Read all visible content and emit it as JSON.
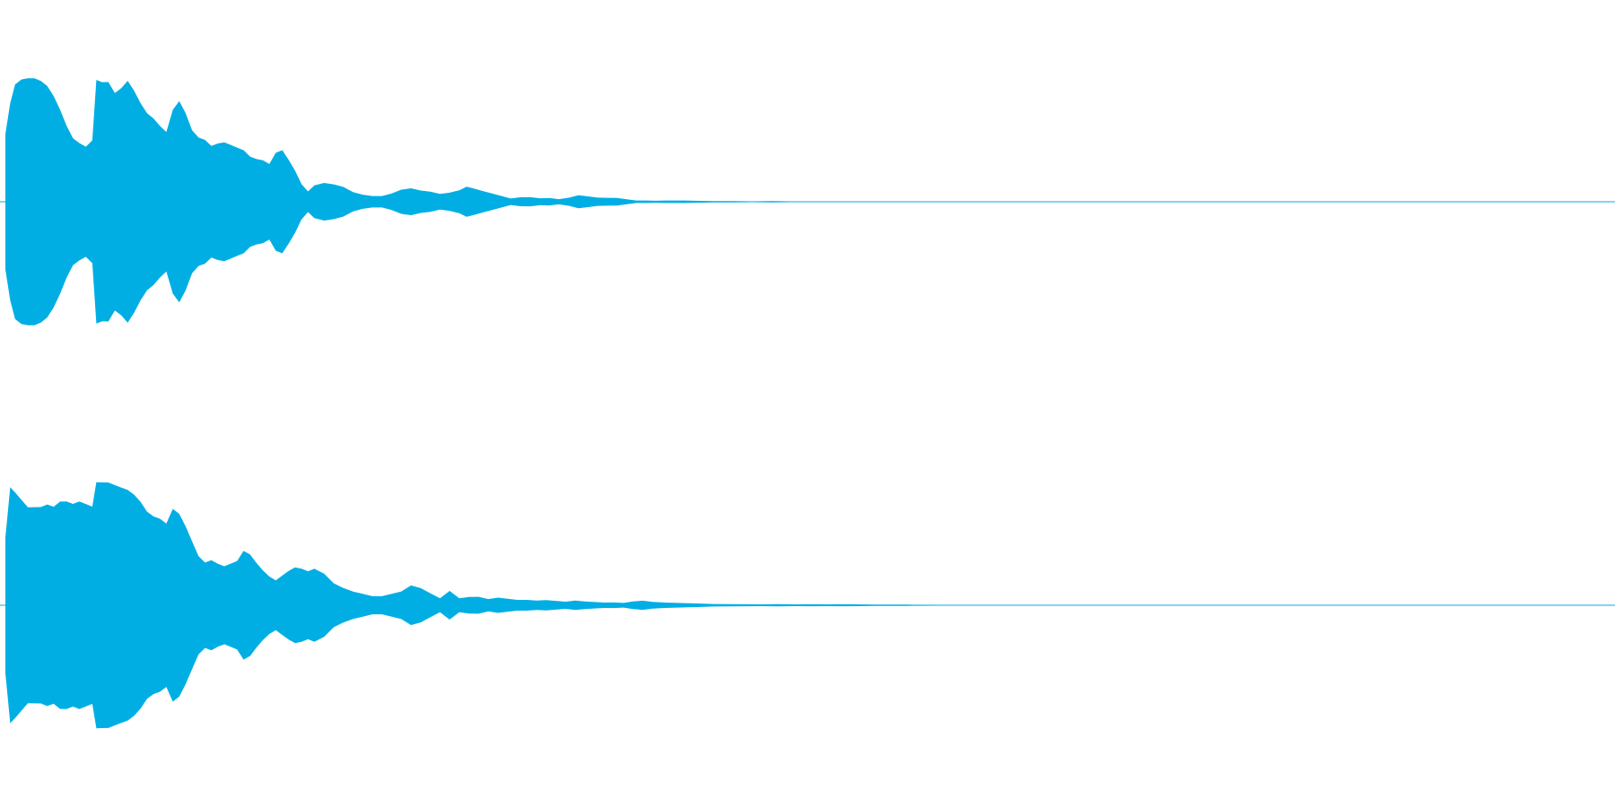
{
  "waveform": {
    "color": "#00aee4",
    "background": "#ffffff",
    "duration_fraction_visible": 1.0,
    "channels": [
      {
        "name": "",
        "envelope": [
          [
            0.0,
            0.55
          ],
          [
            0.003,
            0.8
          ],
          [
            0.006,
            0.95
          ],
          [
            0.01,
            0.99
          ],
          [
            0.014,
            1.0
          ],
          [
            0.018,
            1.0
          ],
          [
            0.022,
            0.98
          ],
          [
            0.026,
            0.94
          ],
          [
            0.03,
            0.86
          ],
          [
            0.034,
            0.75
          ],
          [
            0.038,
            0.62
          ],
          [
            0.042,
            0.52
          ],
          [
            0.046,
            0.48
          ],
          [
            0.05,
            0.45
          ],
          [
            0.054,
            0.5
          ],
          [
            0.0565,
            0.99
          ],
          [
            0.06,
            0.97
          ],
          [
            0.064,
            0.97
          ],
          [
            0.068,
            0.88
          ],
          [
            0.072,
            0.92
          ],
          [
            0.076,
            0.98
          ],
          [
            0.08,
            0.9
          ],
          [
            0.084,
            0.8
          ],
          [
            0.088,
            0.72
          ],
          [
            0.092,
            0.68
          ],
          [
            0.096,
            0.62
          ],
          [
            0.1,
            0.57
          ],
          [
            0.104,
            0.75
          ],
          [
            0.108,
            0.82
          ],
          [
            0.112,
            0.72
          ],
          [
            0.116,
            0.58
          ],
          [
            0.12,
            0.52
          ],
          [
            0.124,
            0.5
          ],
          [
            0.128,
            0.45
          ],
          [
            0.132,
            0.47
          ],
          [
            0.136,
            0.48
          ],
          [
            0.14,
            0.46
          ],
          [
            0.144,
            0.44
          ],
          [
            0.148,
            0.42
          ],
          [
            0.152,
            0.37
          ],
          [
            0.156,
            0.35
          ],
          [
            0.16,
            0.34
          ],
          [
            0.164,
            0.31
          ],
          [
            0.168,
            0.4
          ],
          [
            0.172,
            0.42
          ],
          [
            0.176,
            0.34
          ],
          [
            0.18,
            0.25
          ],
          [
            0.184,
            0.14
          ],
          [
            0.188,
            0.08
          ],
          [
            0.192,
            0.13
          ],
          [
            0.198,
            0.15
          ],
          [
            0.204,
            0.14
          ],
          [
            0.21,
            0.12
          ],
          [
            0.216,
            0.08
          ],
          [
            0.222,
            0.06
          ],
          [
            0.228,
            0.05
          ],
          [
            0.234,
            0.05
          ],
          [
            0.24,
            0.07
          ],
          [
            0.246,
            0.1
          ],
          [
            0.252,
            0.11
          ],
          [
            0.258,
            0.09
          ],
          [
            0.264,
            0.08
          ],
          [
            0.27,
            0.06
          ],
          [
            0.276,
            0.07
          ],
          [
            0.282,
            0.09
          ],
          [
            0.2865,
            0.12
          ],
          [
            0.29,
            0.11
          ],
          [
            0.296,
            0.09
          ],
          [
            0.302,
            0.07
          ],
          [
            0.308,
            0.05
          ],
          [
            0.314,
            0.03
          ],
          [
            0.32,
            0.04
          ],
          [
            0.326,
            0.04
          ],
          [
            0.332,
            0.03
          ],
          [
            0.338,
            0.03
          ],
          [
            0.344,
            0.02
          ],
          [
            0.35,
            0.03
          ],
          [
            0.356,
            0.05
          ],
          [
            0.362,
            0.04
          ],
          [
            0.368,
            0.03
          ],
          [
            0.374,
            0.03
          ],
          [
            0.38,
            0.03
          ],
          [
            0.386,
            0.02
          ],
          [
            0.392,
            0.012
          ],
          [
            0.398,
            0.01
          ],
          [
            0.404,
            0.008
          ],
          [
            0.41,
            0.01
          ],
          [
            0.416,
            0.013
          ],
          [
            0.422,
            0.012
          ],
          [
            0.428,
            0.008
          ],
          [
            0.44,
            0.006
          ],
          [
            0.452,
            0.005
          ],
          [
            0.464,
            0.004
          ],
          [
            0.476,
            0.005
          ],
          [
            0.488,
            0.004
          ],
          [
            0.5,
            0.003
          ],
          [
            0.512,
            0.004
          ],
          [
            0.524,
            0.003
          ],
          [
            0.54,
            0.003
          ],
          [
            0.56,
            0.002
          ],
          [
            0.58,
            0.002
          ],
          [
            0.6,
            0.002
          ],
          [
            0.62,
            0.002
          ],
          [
            0.64,
            0.0015
          ],
          [
            0.652,
            0.001
          ],
          [
            0.66,
            0.0
          ],
          [
            1.0,
            0.0
          ]
        ]
      },
      {
        "name": "",
        "envelope": [
          [
            0.0,
            0.55
          ],
          [
            0.003,
            0.96
          ],
          [
            0.006,
            0.92
          ],
          [
            0.01,
            0.86
          ],
          [
            0.014,
            0.8
          ],
          [
            0.018,
            0.8
          ],
          [
            0.022,
            0.8
          ],
          [
            0.026,
            0.82
          ],
          [
            0.03,
            0.8
          ],
          [
            0.034,
            0.84
          ],
          [
            0.038,
            0.84
          ],
          [
            0.042,
            0.82
          ],
          [
            0.046,
            0.84
          ],
          [
            0.05,
            0.82
          ],
          [
            0.054,
            0.8
          ],
          [
            0.0565,
            1.0
          ],
          [
            0.06,
            1.0
          ],
          [
            0.064,
            1.0
          ],
          [
            0.068,
            0.98
          ],
          [
            0.072,
            0.96
          ],
          [
            0.076,
            0.94
          ],
          [
            0.08,
            0.9
          ],
          [
            0.084,
            0.84
          ],
          [
            0.088,
            0.76
          ],
          [
            0.092,
            0.72
          ],
          [
            0.096,
            0.7
          ],
          [
            0.1,
            0.66
          ],
          [
            0.104,
            0.78
          ],
          [
            0.108,
            0.74
          ],
          [
            0.112,
            0.64
          ],
          [
            0.116,
            0.52
          ],
          [
            0.12,
            0.4
          ],
          [
            0.124,
            0.35
          ],
          [
            0.128,
            0.37
          ],
          [
            0.132,
            0.34
          ],
          [
            0.136,
            0.32
          ],
          [
            0.14,
            0.34
          ],
          [
            0.144,
            0.36
          ],
          [
            0.148,
            0.44
          ],
          [
            0.152,
            0.41
          ],
          [
            0.156,
            0.34
          ],
          [
            0.16,
            0.28
          ],
          [
            0.164,
            0.23
          ],
          [
            0.168,
            0.2
          ],
          [
            0.172,
            0.24
          ],
          [
            0.176,
            0.28
          ],
          [
            0.18,
            0.31
          ],
          [
            0.184,
            0.3
          ],
          [
            0.188,
            0.28
          ],
          [
            0.192,
            0.3
          ],
          [
            0.198,
            0.26
          ],
          [
            0.204,
            0.18
          ],
          [
            0.21,
            0.14
          ],
          [
            0.216,
            0.11
          ],
          [
            0.222,
            0.09
          ],
          [
            0.228,
            0.07
          ],
          [
            0.234,
            0.07
          ],
          [
            0.24,
            0.09
          ],
          [
            0.246,
            0.11
          ],
          [
            0.252,
            0.16
          ],
          [
            0.258,
            0.14
          ],
          [
            0.264,
            0.1
          ],
          [
            0.27,
            0.06
          ],
          [
            0.276,
            0.12
          ],
          [
            0.282,
            0.06
          ],
          [
            0.288,
            0.07
          ],
          [
            0.294,
            0.07
          ],
          [
            0.3,
            0.05
          ],
          [
            0.306,
            0.06
          ],
          [
            0.312,
            0.05
          ],
          [
            0.318,
            0.04
          ],
          [
            0.324,
            0.04
          ],
          [
            0.33,
            0.035
          ],
          [
            0.336,
            0.04
          ],
          [
            0.342,
            0.035
          ],
          [
            0.348,
            0.03
          ],
          [
            0.354,
            0.04
          ],
          [
            0.36,
            0.035
          ],
          [
            0.366,
            0.03
          ],
          [
            0.372,
            0.025
          ],
          [
            0.378,
            0.025
          ],
          [
            0.384,
            0.02
          ],
          [
            0.39,
            0.03
          ],
          [
            0.396,
            0.035
          ],
          [
            0.402,
            0.025
          ],
          [
            0.41,
            0.018
          ],
          [
            0.42,
            0.015
          ],
          [
            0.43,
            0.012
          ],
          [
            0.44,
            0.01
          ],
          [
            0.45,
            0.009
          ],
          [
            0.46,
            0.008
          ],
          [
            0.47,
            0.007
          ],
          [
            0.48,
            0.009
          ],
          [
            0.49,
            0.011
          ],
          [
            0.5,
            0.008
          ],
          [
            0.51,
            0.007
          ],
          [
            0.52,
            0.008
          ],
          [
            0.53,
            0.007
          ],
          [
            0.54,
            0.006
          ],
          [
            0.56,
            0.005
          ],
          [
            0.58,
            0.004
          ],
          [
            0.6,
            0.003
          ],
          [
            0.62,
            0.002
          ],
          [
            0.631,
            0.001
          ],
          [
            0.632,
            0.0
          ],
          [
            1.0,
            0.0
          ]
        ]
      }
    ]
  }
}
